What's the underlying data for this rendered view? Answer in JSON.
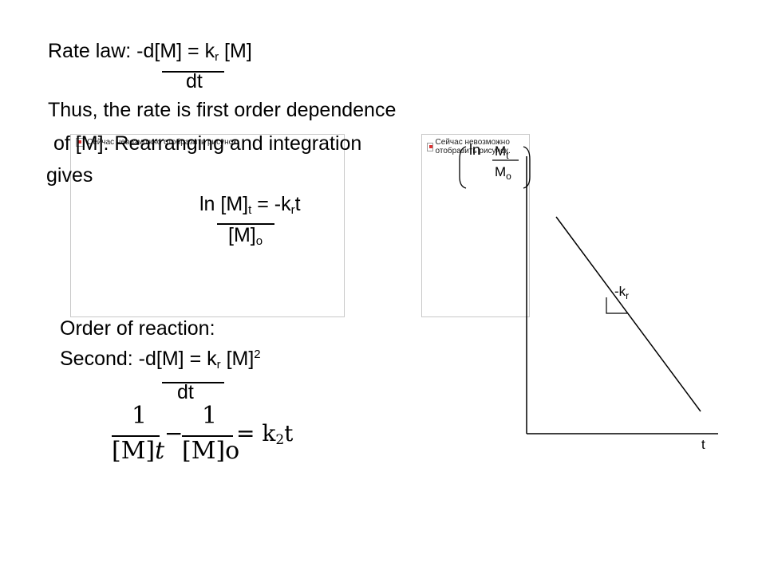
{
  "rate_law": {
    "prefix": "Rate law: -d[M]  =  k",
    "k_sub": "r",
    "suffix": " [M]",
    "denominator": "dt"
  },
  "explanation": {
    "line1": "Thus, the rate is first order dependence",
    "line2": "of [M]. Rearranging and integration",
    "line3": "gives"
  },
  "integrated": {
    "lhs": "ln [M]",
    "lhs_sub": "t",
    "eq": "  = -k",
    "k_sub": "r",
    "t": "t",
    "denominator": "[M]",
    "denominator_sub": "o"
  },
  "placeholders": {
    "message": "Сейчас невозможно отобразить рисунок."
  },
  "graph": {
    "y_label": "ln",
    "y_num": "M",
    "y_num_sub": "t",
    "y_den": "M",
    "y_den_sub": "o",
    "slope_label": "-k",
    "slope_sub": "r",
    "x_label": "t"
  },
  "order": {
    "heading": "Order of reaction:",
    "second_prefix": "Second: -d[M]  =  k",
    "k_sub": "r",
    "second_suffix": " [M]",
    "power": "2",
    "denominator": "dt"
  },
  "second_formula": {
    "one_a": "1",
    "den_a": "[M]",
    "den_a_sub": "t",
    "minus": "−",
    "one_b": "1",
    "den_b": "[M]",
    "den_b_sub": "o",
    "equals": "=",
    "k": "k",
    "k_sub": "2",
    "t": "t"
  }
}
